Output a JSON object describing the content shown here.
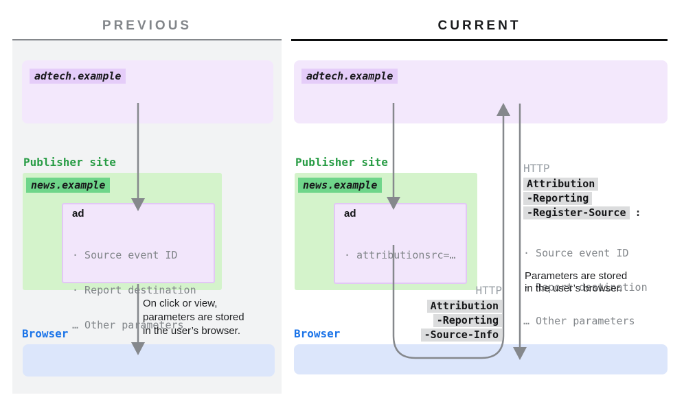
{
  "header": {
    "previous_title": "PREVIOUS",
    "current_title": "CURRENT"
  },
  "previous": {
    "adtech_domain": "adtech.example",
    "publisher_section_label": "Publisher site",
    "publisher_domain": "news.example",
    "ad_frame_title": "ad",
    "ad_parameters": [
      "· Source event ID",
      "· Report destination",
      "… Other parameters"
    ],
    "flow_note_lines": [
      "On click or view,",
      "parameters are stored",
      "in the user’s browser."
    ],
    "browser_section_label": "Browser"
  },
  "current": {
    "adtech_domain": "adtech.example",
    "publisher_section_label": "Publisher site",
    "publisher_domain": "news.example",
    "ad_frame_title": "ad",
    "ad_parameters": [
      "· attributionsrc=…"
    ],
    "request_headers": {
      "protocol": "HTTP",
      "parts": [
        "Attribution",
        "-Reporting",
        "-Source-Info"
      ]
    },
    "response_headers": {
      "protocol": "HTTP",
      "parts": [
        "Attribution",
        "-Reporting",
        "-Register-Source"
      ],
      "colon": ":",
      "parameters": [
        "· Source event ID",
        "· Report destination",
        "… Other parameters"
      ]
    },
    "stored_note_lines": [
      "Parameters are stored",
      "in the user’s browser."
    ],
    "browser_section_label": "Browser"
  },
  "colors": {
    "panel_bg": "#f2f3f4",
    "adtech_box": "#f3e8fc",
    "adtech_chip": "#e5cdf9",
    "news_box": "#d4f3cb",
    "news_chip": "#6fd58a",
    "publisher_green": "#289c45",
    "browser_blue": "#1a73e8",
    "browser_box": "#dce6fb",
    "ad_frame_box": "#f2e6fb",
    "ad_frame_border": "#e2c7f5",
    "arrow_gray": "#85888c",
    "http_gray": "#9aa0a6",
    "header_chip_bg": "#dbdcdd",
    "muted_text": "#82868a",
    "previous_title_gray": "#82868a",
    "current_title_black": "#1a1b1d"
  }
}
